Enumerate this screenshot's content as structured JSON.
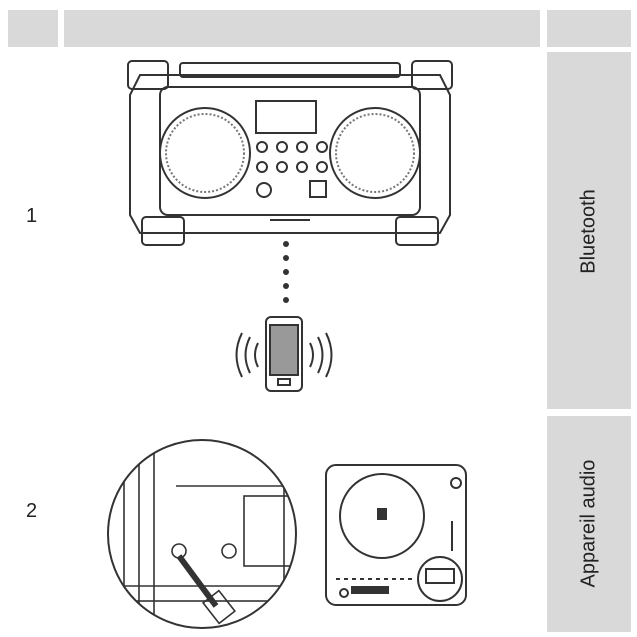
{
  "rows": [
    {
      "number": "1",
      "label": "Bluetooth"
    },
    {
      "number": "2",
      "label": "Appareil audio"
    }
  ],
  "colors": {
    "header_gray": "#d9d9d9",
    "line": "#333333"
  },
  "icons": [
    "radio-speaker-icon",
    "bluetooth-dots-icon",
    "smartphone-wireless-icon",
    "aux-input-closeup-icon",
    "cd-player-icon"
  ]
}
